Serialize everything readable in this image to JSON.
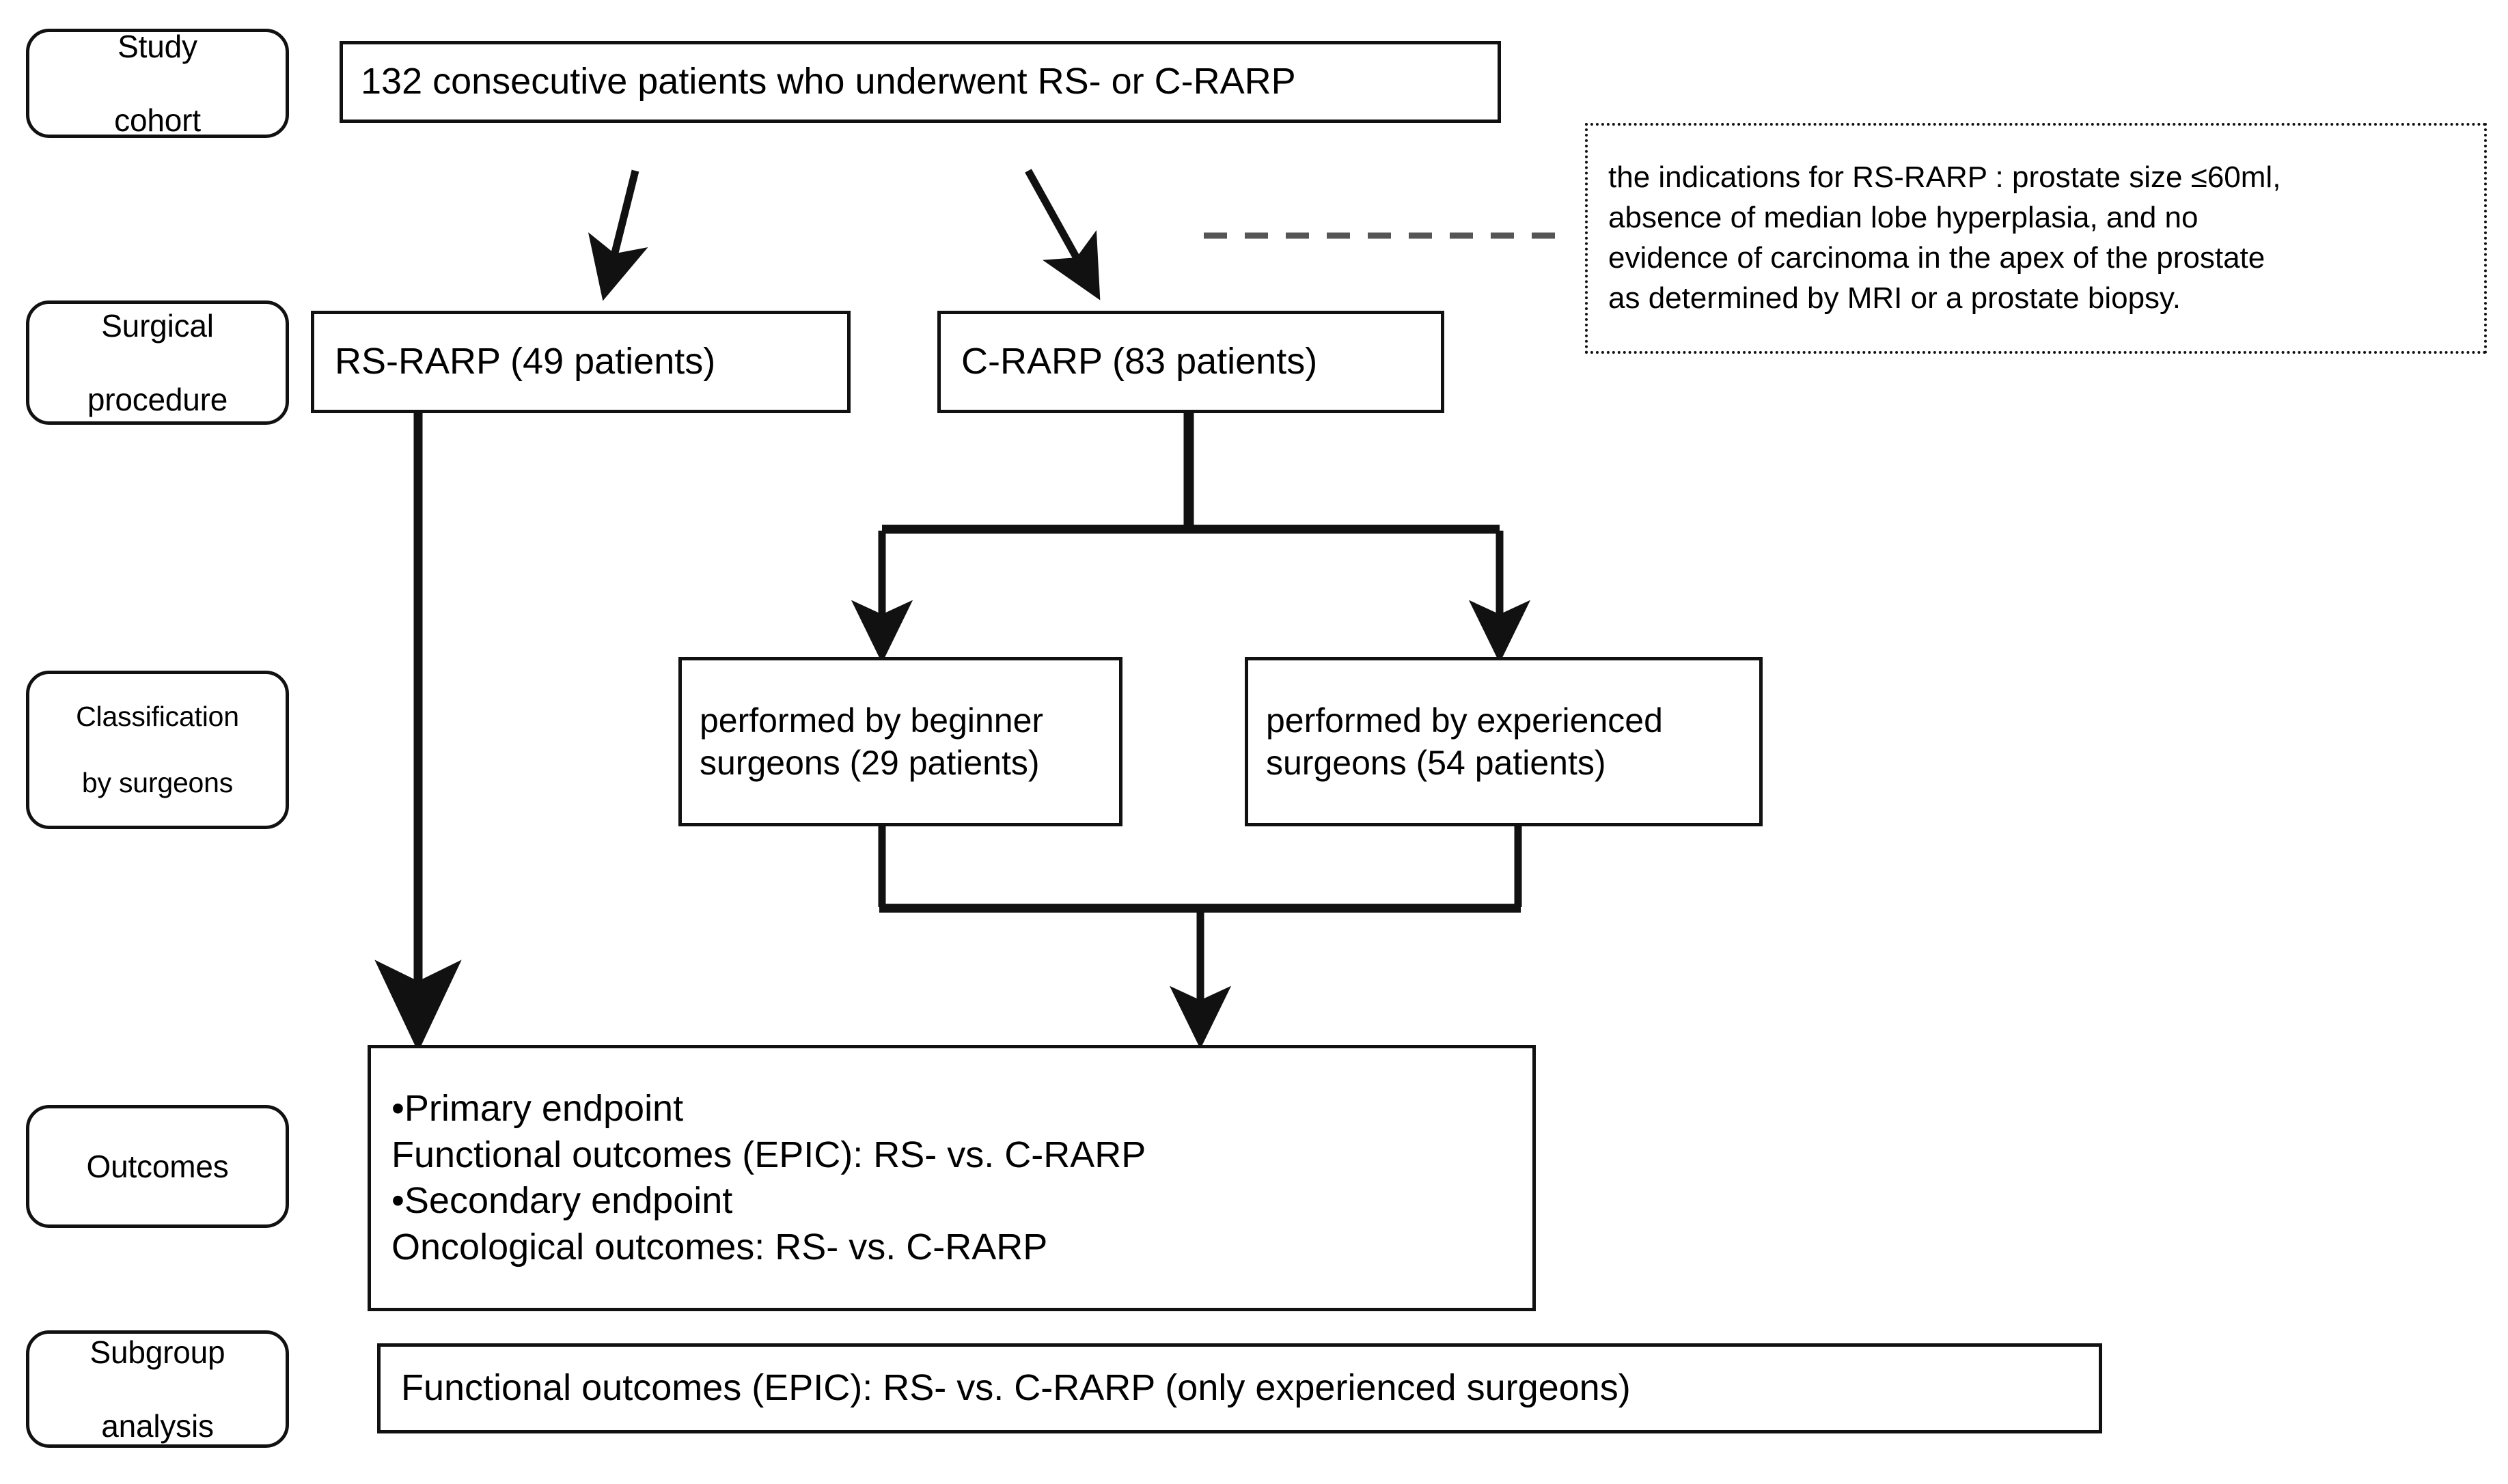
{
  "diagram": {
    "title": "Study flow diagram: RS-RARP vs C-RARP",
    "accent_color": "#111111",
    "dashed_connector_color": "#555555",
    "background_color": "#ffffff"
  },
  "stages": [
    {
      "id": "study-cohort",
      "line1": "Study",
      "line2": "cohort"
    },
    {
      "id": "surgical-procedure",
      "line1": "Surgical",
      "line2": "procedure"
    },
    {
      "id": "classification",
      "line1": "Classification",
      "line2": "by surgeons"
    },
    {
      "id": "outcomes",
      "line1": "Outcomes",
      "line2": ""
    },
    {
      "id": "subgroup",
      "line1": "Subgroup",
      "line2": "analysis"
    }
  ],
  "nodes": {
    "cohort_box": {
      "label": "132 consecutive patients who underwent RS- or C-RARP"
    },
    "rs_rarp_box": {
      "label": "RS-RARP (49 patients)",
      "count": 49
    },
    "c_rarp_box": {
      "label": "C-RARP (83 patients)",
      "count": 83
    },
    "beginner_box": {
      "line1": "performed by beginner",
      "line2": "surgeons (29 patients)",
      "count": 29
    },
    "experienced_box": {
      "line1": "performed by experienced",
      "line2": "surgeons (54 patients)",
      "count": 54
    },
    "outcomes_box": {
      "line1": "•Primary endpoint",
      "line2": "Functional outcomes (EPIC): RS- vs. C-RARP",
      "line3": "•Secondary endpoint",
      "line4": "Oncological outcomes: RS- vs. C-RARP"
    },
    "subgroup_box": {
      "label": "Functional outcomes (EPIC): RS- vs. C-RARP (only experienced surgeons)"
    },
    "indications_note": {
      "line1": "the indications for RS-RARP : prostate size ≤60ml,",
      "line2": "absence of median lobe hyperplasia, and no",
      "line3": "evidence of carcinoma in the apex of the prostate",
      "line4": "as determined by MRI or a prostate biopsy."
    }
  },
  "connectors": [
    {
      "id": "cohort-to-rs-rarp",
      "kind": "diagonal-arrow"
    },
    {
      "id": "cohort-to-c-rarp",
      "kind": "diagonal-arrow"
    },
    {
      "id": "note-dashed-link",
      "kind": "dashed-line"
    },
    {
      "id": "rs-rarp-to-outcomes",
      "kind": "straight-arrow"
    },
    {
      "id": "c-rarp-split-to-beginner",
      "kind": "elbow-arrow"
    },
    {
      "id": "c-rarp-split-to-experienced",
      "kind": "elbow-arrow"
    },
    {
      "id": "surgeons-merge-to-outcomes",
      "kind": "merge-arrow"
    }
  ]
}
